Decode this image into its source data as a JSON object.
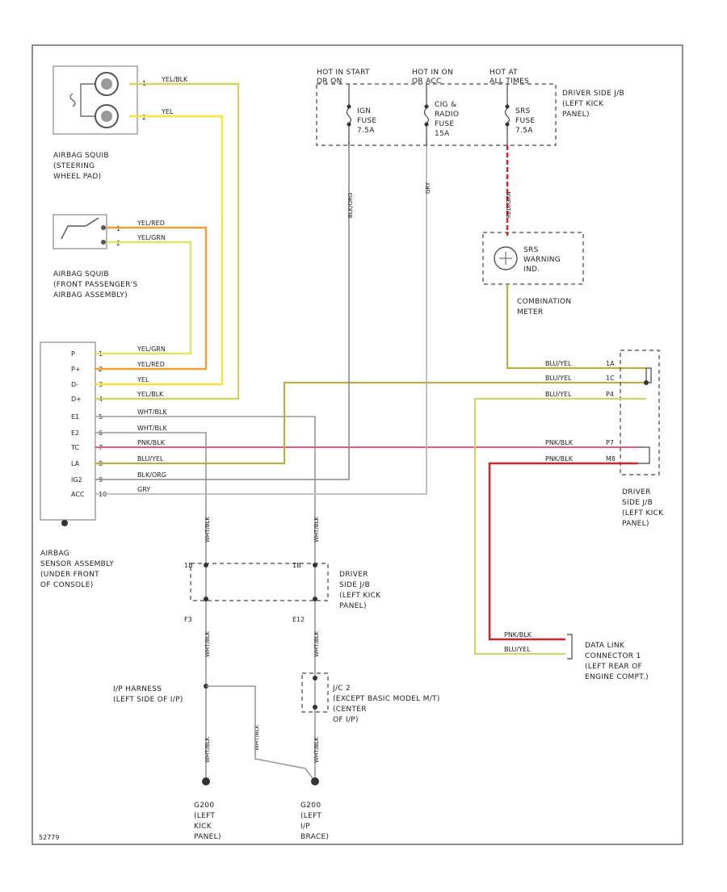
{
  "components": {
    "steering_squib": [
      "AIRBAG SQUIB",
      "(STEERING",
      "WHEEL PAD)"
    ],
    "passenger_squib": [
      "AIRBAG SQUIB",
      "(FRONT PASSENGER'S",
      "AIRBAG ASSEMBLY)"
    ],
    "sensor_assembly": [
      "AIRBAG",
      "SENSOR ASSEMBLY",
      "(UNDER FRONT",
      "OF CONSOLE)"
    ],
    "jb_top": [
      "DRIVER SIDE J/B",
      "(LEFT KICK",
      "PANEL)"
    ],
    "jb_right": [
      "DRIVER",
      "SIDE J/B",
      "(LEFT KICK",
      "PANEL)"
    ],
    "jb_bottom": [
      "DRIVER",
      "SIDE J/B",
      "(LEFT KICK",
      "PANEL)"
    ],
    "combination_meter": [
      "COMBINATION",
      "METER"
    ],
    "srs_indicator": [
      "SRS",
      "WARNING",
      "IND."
    ],
    "data_link_connector": [
      "DATA LINK",
      "CONNECTOR 1",
      "(LEFT REAR OF",
      "ENGINE COMPT.)"
    ],
    "ip_harness": [
      "I/P HARNESS",
      "(LEFT SIDE OF I/P)"
    ],
    "jc": [
      "J/C 2",
      "(EXCEPT BASIC MODEL M/T)",
      "(CENTER",
      "OF I/P)"
    ],
    "ground_left": [
      "G200",
      "(LEFT",
      "KICK",
      "PANEL)"
    ],
    "ground_right": [
      "G200",
      "(LEFT",
      "I/P",
      "BRACE)"
    ]
  },
  "power": {
    "hot1": [
      "HOT IN START",
      "OR ON"
    ],
    "hot2": [
      "HOT IN ON",
      "OR ACC"
    ],
    "hot3": [
      "HOT AT",
      "ALL TIMES"
    ],
    "fuse1": [
      "IGN",
      "FUSE",
      "7.5A"
    ],
    "fuse2": [
      "CIG &",
      "RADIO",
      "FUSE",
      "15A"
    ],
    "fuse3": [
      "SRS",
      "FUSE",
      "7.5A"
    ]
  },
  "sensor_pins": [
    "P",
    "P+",
    "D-",
    "D+",
    "E1",
    "E2",
    "TC",
    "LA",
    "IG2",
    "ACC"
  ],
  "sensor_pin_numbers": [
    "1",
    "2",
    "3",
    "4",
    "5",
    "6",
    "7",
    "8",
    "9",
    "10"
  ],
  "squib_pin_numbers": [
    "1",
    "2"
  ],
  "wires": {
    "ylw_blk": "YEL/BLK",
    "yel": "YEL",
    "yel_red": "YEL/RED",
    "yel_grn": "YEL/GRN",
    "wht_blk": "WHT/BLK",
    "pnk_blk": "PNK/BLK",
    "blu_yel": "BLU/YEL",
    "blk_org": "BLK/ORG",
    "gry": "GRY",
    "red_grn": "RED/GRN",
    "blk_org_v": "BLK/ORG"
  },
  "connector_pins": {
    "jb_right": [
      "1A",
      "1C",
      "P4",
      "P7",
      "M8"
    ],
    "jb_bottom_left": [
      "1B",
      "F3"
    ],
    "jb_bottom_right": [
      "1B",
      "E12"
    ]
  },
  "figure_id": "52779",
  "colors": {
    "frame": "#444444",
    "yellow": "#f5e63c",
    "yellow_olive": "#cfd36a",
    "orange": "#f0a030",
    "pink": "#e05b8a",
    "red": "#d0242e",
    "gray": "#9a9a9a",
    "olive": "#b7b04a",
    "black": "#333333"
  }
}
